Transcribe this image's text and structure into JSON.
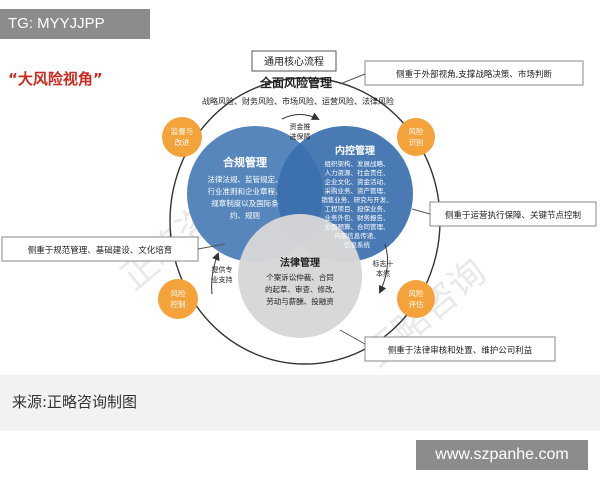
{
  "tag_label": "TG: MYYJJPP",
  "title_quote": "“大风险视角”",
  "top_label": "通用核心流程",
  "main_title": "全面风险管理",
  "risk_categories": "战略风险、财务风险、市场风险、运营风险、法律风险",
  "compliance": {
    "title": "合规管理",
    "body": [
      "法律法规、监管规定、",
      "行业准则和企业章程、",
      "规章制度以及国际条",
      "约、规则"
    ]
  },
  "internal_control": {
    "title": "内控管理",
    "body": [
      "组织架构、发展战略、",
      "人力资源、社会责任、",
      "企业文化、资金活动、",
      "采购业务、资产管理、",
      "销售业务、研究与开发、",
      "工程项目、担保业务、",
      "业务外包、财务报告、",
      "全面预算、合同管理、",
      "内部信息传递、",
      "信息系统"
    ]
  },
  "legal": {
    "title": "法律管理",
    "body": [
      "个案诉讼仲裁、合同",
      "的起草、审查、修改,",
      "劳动与薪酬、投融资"
    ]
  },
  "left_circles": [
    {
      "label": [
        "监督与",
        "改进"
      ]
    },
    {
      "label": [
        "风险",
        "控制"
      ]
    }
  ],
  "right_circles": [
    {
      "label": [
        "风险",
        "识别"
      ]
    },
    {
      "label": [
        "风险",
        "评估"
      ]
    }
  ],
  "inner_arrow_labels": {
    "top": [
      "资金推",
      "进保障"
    ],
    "left": [
      "提供专",
      "业支持"
    ],
    "right": [
      "标志十",
      "本然"
    ]
  },
  "callouts": {
    "right_top": "侧重于外部视角,支撑战略决策、市场判断",
    "right_mid": "侧重于运营执行保障、关键节点控制",
    "left_mid": "侧重于规范管理、基础建设、文化培育",
    "right_bottom": "侧重于法律审核和处置、维护公司利益"
  },
  "bg_watermark": "正略咨询",
  "caption": "来源:正略咨询制图",
  "site_watermark": "www.szpanhe.com",
  "colors": {
    "tag_bg": "#8c8c8c",
    "compliance_blue": "#4d7fb8",
    "internal_blue": "#3a6fae",
    "legal_gray": "#d6d6d6",
    "orange": "#f3a33a",
    "title_red": "#cc2a1f",
    "caption_bg": "#f2f2f2"
  }
}
